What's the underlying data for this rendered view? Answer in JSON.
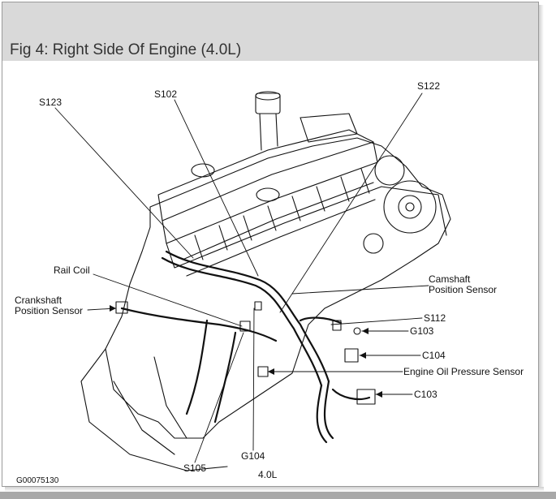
{
  "title": "Fig 4: Right Side Of Engine (4.0L)",
  "labels": {
    "s123": "S123",
    "s102": "S102",
    "s122": "S122",
    "rail_coil": "Rail Coil",
    "camshaft_1": "Camshaft",
    "camshaft_2": "Position Sensor",
    "crankshaft_1": "Crankshaft",
    "crankshaft_2": "Position Sensor",
    "s112": "S112",
    "g103": "G103",
    "c104": "C104",
    "oil_pressure": "Engine Oil Pressure Sensor",
    "c103": "C103",
    "g104": "G104",
    "s105": "S105",
    "engine": "4.0L",
    "code": "G00075130"
  }
}
